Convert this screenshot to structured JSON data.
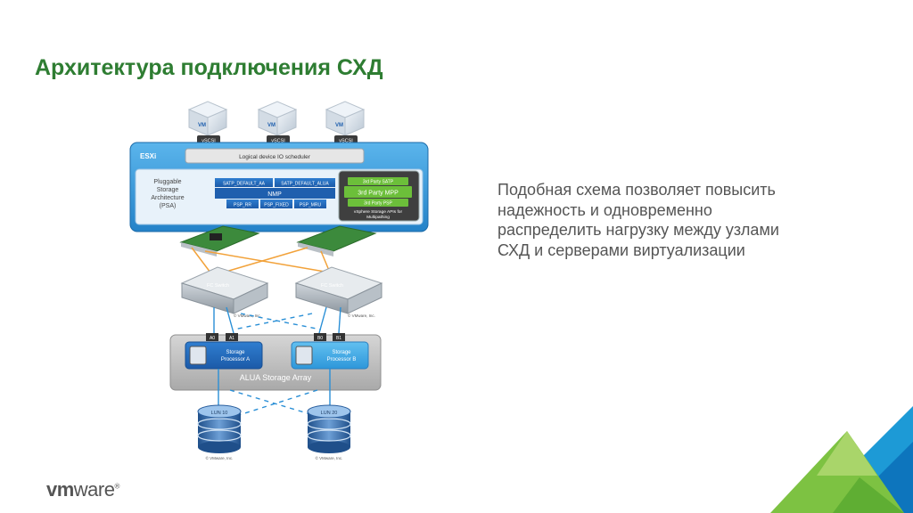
{
  "slide": {
    "title": "Архитектура подключения СХД",
    "body_lines": [
      "Подобная схема позволяет повысить",
      "надежность и одновременно",
      "распределить нагрузку между узлами",
      "СХД и серверами виртуализации"
    ],
    "logo": {
      "vm": "vm",
      "ware": "ware",
      "mark": "®"
    }
  },
  "diagram": {
    "vms": [
      {
        "label": "VM",
        "port": "vSCSI"
      },
      {
        "label": "VM",
        "port": "vSCSI"
      },
      {
        "label": "VM",
        "port": "vSCSI"
      }
    ],
    "esxi_label": "ESXi",
    "scheduler": "Logical device IO scheduler",
    "psa_lines": [
      "Pluggable",
      "Storage",
      "Architecture",
      "(PSA)"
    ],
    "satp": [
      "SATP_DEFAULT_AA",
      "SATP_DEFAULT_ALUA"
    ],
    "nmp": "NMP",
    "psp": [
      "PSP_RR",
      "PSP_FIXED",
      "PSP_MRU"
    ],
    "third_party": {
      "satp": "3rd Party SATP",
      "mpp": "3rd Party MPP",
      "psp": "3rd Party PSP",
      "apis_lines": [
        "vSphere Storage APIs for",
        "Multipathing"
      ]
    },
    "switches": [
      {
        "label": "FC Switch",
        "copyright": "© VMware, Inc."
      },
      {
        "label": "FC Switch",
        "copyright": "© VMware, Inc."
      }
    ],
    "ports": [
      "A0",
      "A1",
      "B0",
      "B1"
    ],
    "storage_processors": [
      {
        "lines": [
          "Storage",
          "Processor A"
        ]
      },
      {
        "lines": [
          "Storage",
          "Processor B"
        ]
      }
    ],
    "array_label": "ALUA Storage Array",
    "luns": [
      {
        "label": "LUN 10",
        "copyright": "© VMware, Inc."
      },
      {
        "label": "LUN 20",
        "copyright": "© VMware, Inc."
      }
    ]
  },
  "colors": {
    "title": "#2e7d32",
    "esxi_blue": "#2a8fd6",
    "module_blue": "#1f5fae",
    "third_party_green": "#6cbf3a",
    "corner_green": "#7dc242",
    "corner_blue": "#1d9ad6"
  }
}
